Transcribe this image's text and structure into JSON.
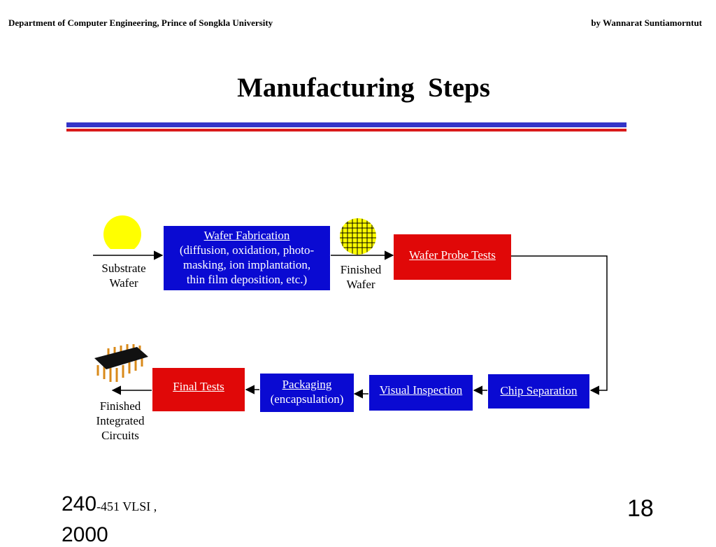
{
  "header": {
    "left": "Department of Computer Engineering, Prince of Songkla University",
    "right": "by Wannarat Suntiamorntut"
  },
  "slide": {
    "title": "Manufacturing  Steps"
  },
  "diagram": {
    "colors": {
      "process": "#0a0ad2",
      "test": "#e00808",
      "wafer": "#ffff00",
      "rule_blue": "#3535c8",
      "rule_red": "#d91a1a",
      "pins": "#d98a1a"
    },
    "substrate": [
      "Substrate",
      "Wafer"
    ],
    "wafer_fab": {
      "title": "Wafer Fabrication",
      "lines": [
        "(diffusion, oxidation, photo-",
        "masking, ion implantation,",
        "thin film deposition, etc.)"
      ]
    },
    "finished_wafer": [
      "Finished",
      "Wafer"
    ],
    "probe": "Wafer Probe Tests",
    "chip_sep": "Chip Separation",
    "visual": "Visual Inspection",
    "packaging": {
      "title": "Packaging",
      "sub": "(encapsulation)"
    },
    "final_tests": "Final Tests",
    "finished_ic": [
      "Finished",
      "Integrated",
      "Circuits"
    ]
  },
  "footer": {
    "course_num": "240",
    "course_rest": "-451 VLSI ,",
    "year": "2000",
    "page": "18"
  }
}
